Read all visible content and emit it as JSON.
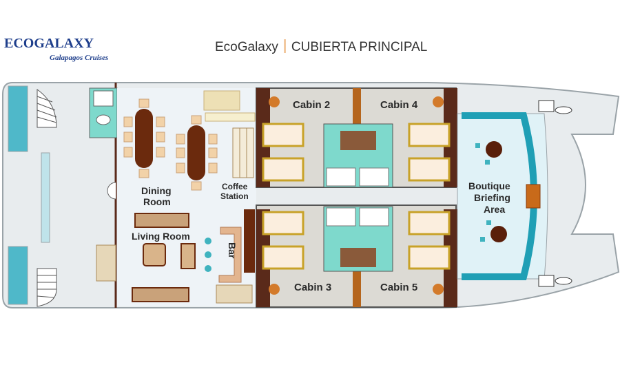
{
  "logo": {
    "brand": "ECOGALAXY",
    "tagline": "Galapagos Cruises"
  },
  "header": {
    "name": "EcoGalaxy",
    "deck": "CUBIERTA PRINCIPAL"
  },
  "labels": {
    "cabin2": "Cabin 2",
    "cabin4": "Cabin 4",
    "cabin3": "Cabin 3",
    "cabin5": "Cabin 5",
    "dining_1": "Dining",
    "dining_2": "Room",
    "coffee_1": "Coffee",
    "coffee_2": "Station",
    "living": "Living Room",
    "bar": "Bar",
    "boutique_1": "Boutique",
    "boutique_2": "Briefing",
    "boutique_3": "Area"
  },
  "colors": {
    "hull": "#e8ecee",
    "outline": "#9aa3a8",
    "lounge": "#eef3f7",
    "cabin": "#dcdad4",
    "bathroom": "#7ed9cc",
    "wall": "#5a2a1a",
    "bed": "#c8a228",
    "sofa": "#c9a27a",
    "pool": "#1f9fb5",
    "table": "#6b2a0d"
  }
}
